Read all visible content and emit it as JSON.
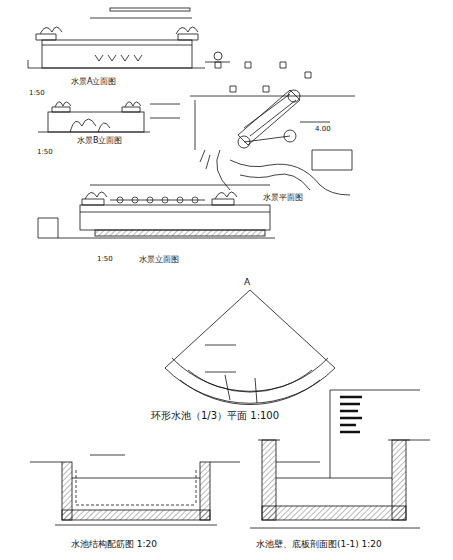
{
  "diagram": {
    "labels": [
      "水景A立面图",
      "1:50",
      "水景B立面图",
      "1:50",
      "水景平面图",
      "水景立面图",
      "1:50",
      "A",
      "环形水池（1/3）平面 1:100",
      "水池结构配筋图 1:20",
      "水池壁、底板剖面图(1-1) 1:20",
      "4.00"
    ]
  }
}
